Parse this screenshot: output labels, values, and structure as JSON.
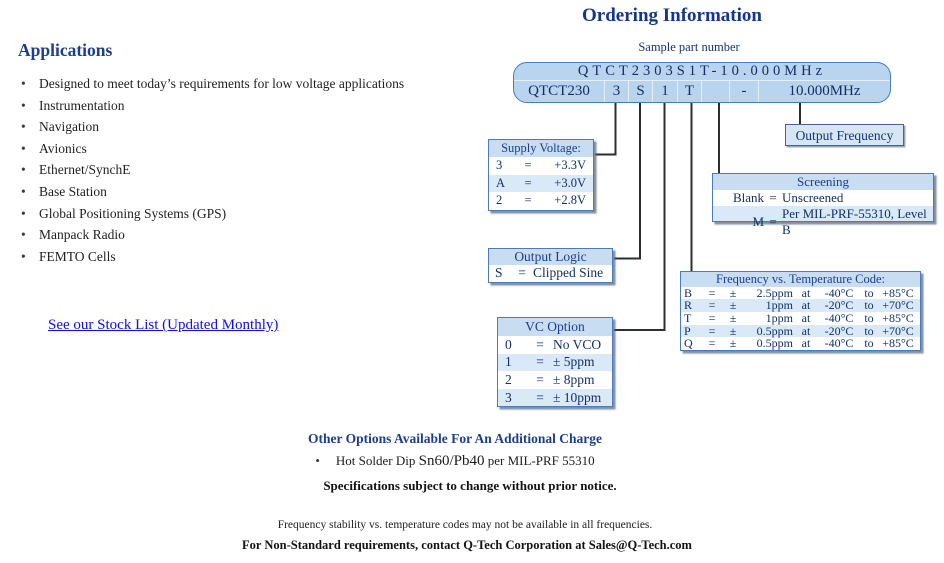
{
  "applications": {
    "heading": "Applications",
    "items": [
      "Designed to meet today’s requirements for low voltage applications",
      "Instrumentation",
      "Navigation",
      "Avionics",
      "Ethernet/SynchE",
      "Base Station",
      "Global Positioning Systems (GPS)",
      "Manpack Radio",
      "FEMTO Cells"
    ],
    "stock_link": "See our Stock List (Updated Monthly)"
  },
  "ordering": {
    "title": "Ordering Information",
    "sample_label": "Sample part number",
    "part_number_full": "QTCT2303S1T-10.000MHz",
    "segments": [
      "QTCT230",
      "3",
      "S",
      "1",
      "T",
      "",
      "-",
      "10.000MHz"
    ],
    "output_frequency_label": "Output Frequency"
  },
  "tables": {
    "supply_voltage": {
      "title": "Supply Voltage:",
      "rows": [
        [
          "3",
          "=",
          "+3.3V"
        ],
        [
          "A",
          "=",
          "+3.0V"
        ],
        [
          "2",
          "=",
          "+2.8V"
        ]
      ]
    },
    "screening": {
      "title": "Screening",
      "rows": [
        [
          "Blank",
          "=",
          "Unscreened"
        ],
        [
          "M",
          "=",
          "Per MIL-PRF-55310, Level B"
        ]
      ]
    },
    "output_logic": {
      "title": "Output Logic",
      "rows": [
        [
          "S",
          "=",
          "Clipped Sine"
        ]
      ]
    },
    "vc_option": {
      "title": "VC Option",
      "rows": [
        [
          "0",
          "=",
          "No VCO"
        ],
        [
          "1",
          "=",
          "± 5ppm"
        ],
        [
          "2",
          "=",
          "± 8ppm"
        ],
        [
          "3",
          "=",
          "± 10ppm"
        ]
      ]
    },
    "freq_temp": {
      "title": "Frequency vs. Temperature Code:",
      "rows": [
        [
          "B",
          "=",
          "±",
          "2.5ppm",
          "at",
          "-40°C",
          "to",
          "+85°C"
        ],
        [
          "R",
          "=",
          "±",
          "1ppm",
          "at",
          "-20°C",
          "to",
          "+70°C"
        ],
        [
          "T",
          "=",
          "±",
          "1ppm",
          "at",
          "-40°C",
          "to",
          "+85°C"
        ],
        [
          "P",
          "=",
          "±",
          "0.5ppm",
          "at",
          "-20°C",
          "to",
          "+70°C"
        ],
        [
          "Q",
          "=",
          "±",
          "0.5ppm",
          "at",
          "-40°C",
          "to",
          "+85°C"
        ]
      ]
    }
  },
  "footer": {
    "other_options_title": "Other Options Available For An Additional Charge",
    "hot_solder_prefix": "Hot Solder Dip ",
    "hot_solder_alloy": "Sn60/Pb40",
    "hot_solder_suffix": " per MIL-PRF 55310",
    "spec_note": "Specifications subject to change without prior notice.",
    "availability_note": "Frequency stability vs. temperature codes may not be available in all frequencies.",
    "contact_note": "For Non-Standard requirements, contact Q-Tech Corporation at Sales@Q-Tech.com"
  },
  "colors": {
    "heading_navy": "#1d3e8f",
    "body_navy": "#17356b",
    "link_blue": "#0d0df0",
    "part_box_fill": "#b9d4ee",
    "table_header_fill": "#c8ddf1",
    "table_alt_row_fill": "#d9e9f7",
    "table_border": "#4a7cba",
    "connector_line": "#2e2e2e"
  }
}
